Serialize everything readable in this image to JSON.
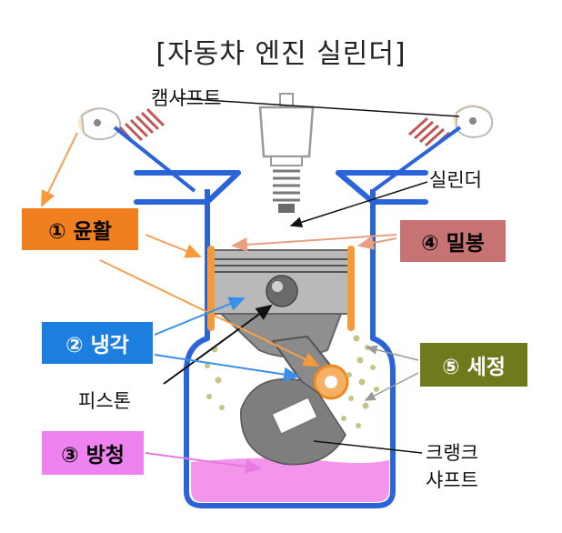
{
  "title": "[자동차 엔진 실린더]",
  "labels": {
    "camshaft": "캠샤프트",
    "cylinder": "실린더",
    "piston": "피스톤",
    "crankshaft_line1": "크랭크",
    "crankshaft_line2": "샤프트"
  },
  "functions": [
    {
      "id": "lubrication",
      "text": "① 윤활",
      "bg": "#f07f1f",
      "fg": "#000000"
    },
    {
      "id": "cooling",
      "text": "② 냉각",
      "bg": "#1c7fe0",
      "fg": "#ffffff"
    },
    {
      "id": "rust-prevention",
      "text": "③ 방청",
      "bg": "#ee82ee",
      "fg": "#000000"
    },
    {
      "id": "sealing",
      "text": "④ 밀봉",
      "bg": "#c77373",
      "fg": "#000000"
    },
    {
      "id": "cleaning",
      "text": "⑤ 세정",
      "bg": "#6e7a1c",
      "fg": "#ffffff"
    }
  ],
  "colors": {
    "cylinder_wall": "#2b63d9",
    "oil": "#f083e8",
    "piston_ring": "#f59a3a",
    "piston_body": "#9a9a9a",
    "crank": "#8a8a8a",
    "spring": "#c05858",
    "dot": "#c8c488"
  }
}
